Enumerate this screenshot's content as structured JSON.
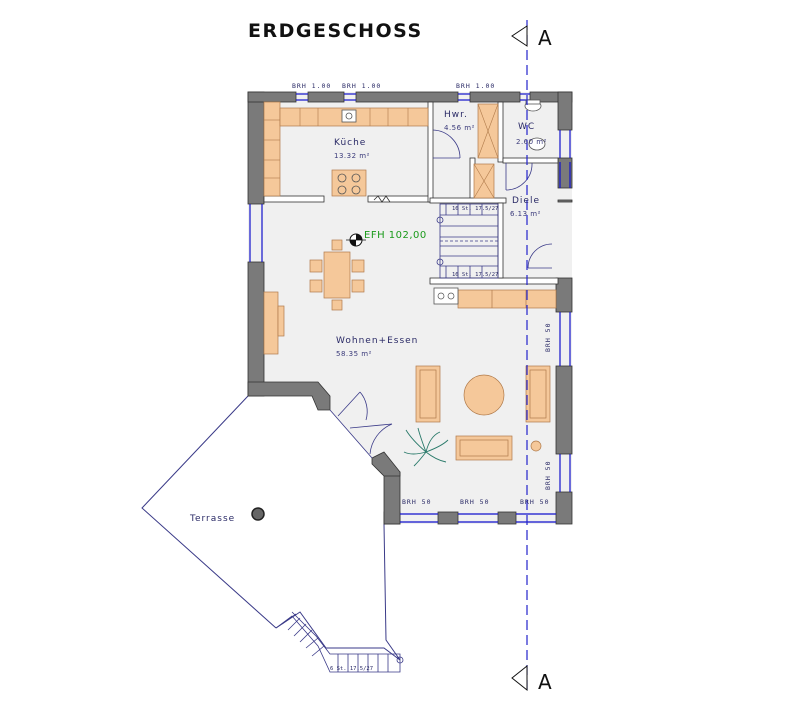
{
  "plan": {
    "title": "ERDGESCHOSS",
    "section_marker": "A",
    "efh_label": "EFH 102,00",
    "rooms": [
      {
        "name": "Küche",
        "area": "13.32 m²"
      },
      {
        "name": "Hwr.",
        "area": "4.56 m²"
      },
      {
        "name": "WC",
        "area": "2.60 m²"
      },
      {
        "name": "Diele",
        "area": "6.13 m²"
      },
      {
        "name": "Wohnen+Essen",
        "area": "58.35 m²"
      },
      {
        "name": "Terrasse"
      }
    ],
    "window_labels": {
      "brh_100": "BRH 1.00",
      "brh_50": "BRH 50"
    },
    "stair_labels": {
      "main_upper": "16 St. 17.5/27",
      "main_lower": "16 St. 17.5/27",
      "terrace": "6 St. 17.5/27"
    },
    "colors": {
      "wall": "#7a7a7a",
      "floor": "#f0f0f0",
      "furniture": "#f5c89a",
      "window": "#1010cc",
      "section_line": "#2222cc",
      "efh": "#1a9a1a"
    }
  }
}
